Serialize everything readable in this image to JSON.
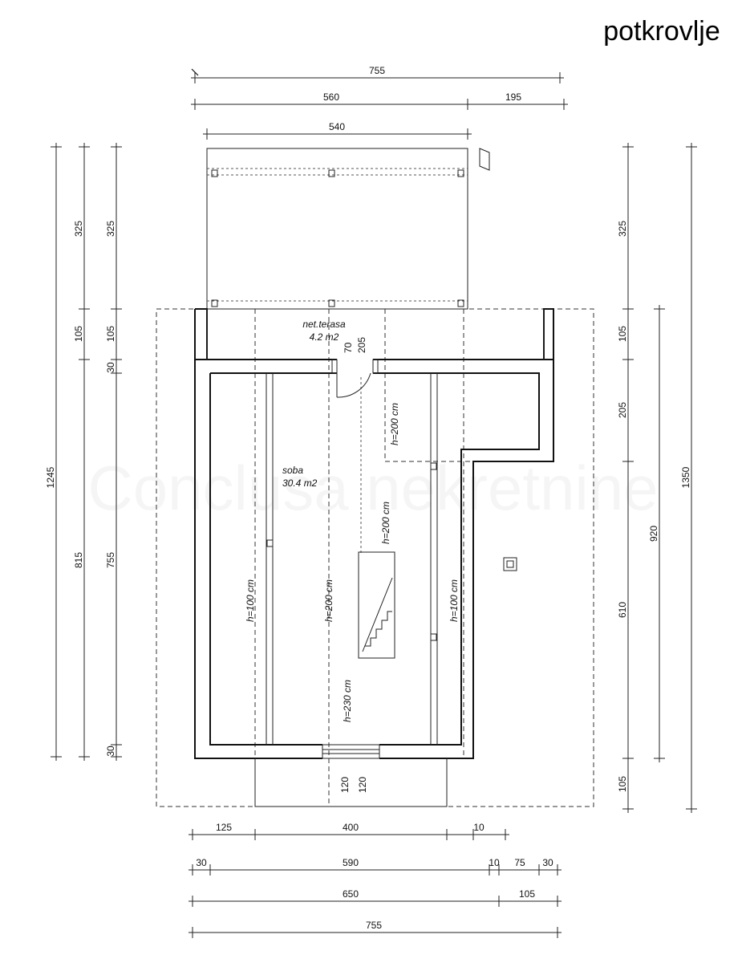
{
  "title": "potkrovlje",
  "watermark": "Conclusa nekretnine",
  "rooms": {
    "terrace_name": "net.terasa",
    "terrace_area": "4.2 m2",
    "room_name": "soba",
    "room_area": "30.4 m2"
  },
  "heights": {
    "left": "h=100 cm",
    "center_left": "h=200 cm",
    "center_right": "h=200 cm",
    "upper_right": "h=200 cm",
    "right": "h=100 cm",
    "stair": "h=230 cm"
  },
  "openings": {
    "door_width": "70",
    "door_height": "205",
    "window_width": "120",
    "window_height": "120"
  },
  "dimensions": {
    "top_total": "755",
    "top_a": "560",
    "top_b": "195",
    "top_c": "540",
    "bottom_a1": "125",
    "bottom_a2": "400",
    "bottom_a3": "10",
    "bottom_b1": "30",
    "bottom_b2": "590",
    "bottom_b3": "10",
    "bottom_b4": "75",
    "bottom_b5": "30",
    "bottom_c1": "650",
    "bottom_c2": "105",
    "bottom_total": "755",
    "left_total": "1245",
    "left_mid_a": "325",
    "left_mid_b": "105",
    "left_mid_c": "815",
    "left_in_a": "325",
    "left_in_b": "105",
    "left_in_c": "30",
    "left_in_d": "755",
    "left_in_e": "30",
    "right_total": "1350",
    "right_mid_a": "920",
    "right_in_a": "325",
    "right_in_b": "105",
    "right_in_c": "205",
    "right_in_d": "610",
    "right_in_e": "105"
  }
}
